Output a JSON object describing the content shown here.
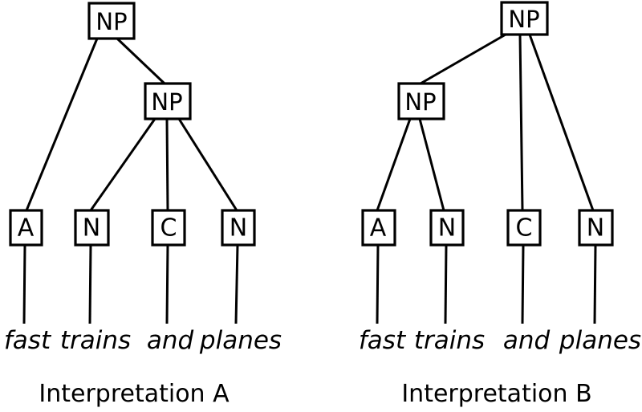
{
  "figure": {
    "title_hidden": "",
    "style": {
      "background": "#ffffff",
      "ink": "#000000"
    }
  },
  "trees": [
    {
      "caption": "Interpretation A",
      "root_label": "NP",
      "inner_label": "NP",
      "leaf_labels": [
        "A",
        "N",
        "C",
        "N"
      ],
      "words": [
        "fast",
        "trains",
        "and",
        "planes"
      ],
      "root_children": [
        "A",
        "NP"
      ],
      "inner_children": [
        "N",
        "C",
        "N"
      ]
    },
    {
      "caption": "Interpretation B",
      "root_label": "NP",
      "inner_label": "NP",
      "leaf_labels": [
        "A",
        "N",
        "C",
        "N"
      ],
      "words": [
        "fast",
        "trains",
        "and",
        "planes"
      ],
      "root_children": [
        "NP",
        "C",
        "N"
      ],
      "inner_children": [
        "A",
        "N"
      ]
    }
  ]
}
